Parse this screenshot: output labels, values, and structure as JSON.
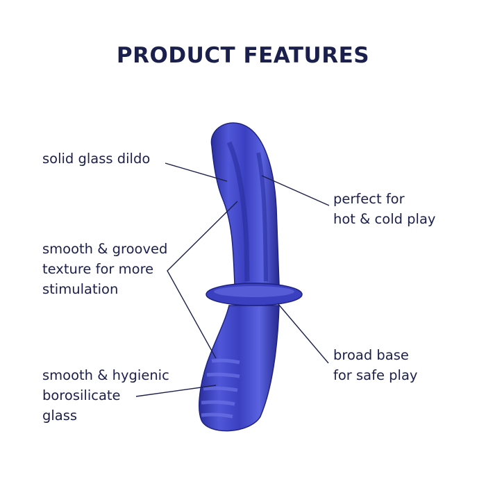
{
  "title": "PRODUCT FEATURES",
  "features": {
    "solid": "solid glass dildo",
    "hot_cold": "perfect for\nhot & cold play",
    "grooved": "smooth & grooved\ntexture for more\nstimulation",
    "base": "broad base\nfor safe play",
    "hygienic": "smooth & hygienic\nborosilicate\nglass"
  },
  "colors": {
    "text": "#1b1f4b",
    "glass": "#3d43c8",
    "glass_dark": "#1e2280",
    "glass_light": "#6b72e6"
  }
}
